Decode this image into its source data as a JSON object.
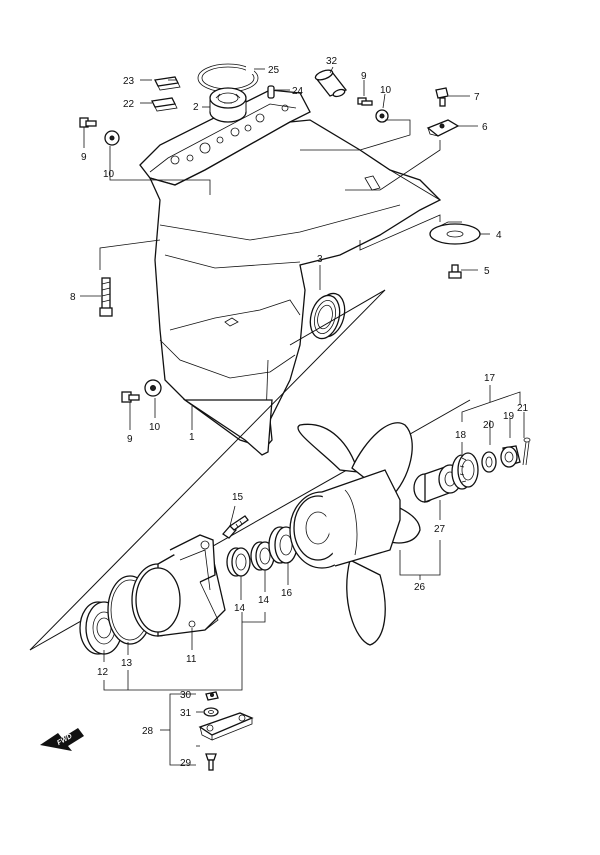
{
  "callouts": [
    {
      "id": "c1",
      "text": "1"
    },
    {
      "id": "c2",
      "text": "2"
    },
    {
      "id": "c3",
      "text": "3"
    },
    {
      "id": "c4",
      "text": "4"
    },
    {
      "id": "c5",
      "text": "5"
    },
    {
      "id": "c6",
      "text": "6"
    },
    {
      "id": "c7",
      "text": "7"
    },
    {
      "id": "c8",
      "text": "8"
    },
    {
      "id": "c9a",
      "text": "9"
    },
    {
      "id": "c9b",
      "text": "9"
    },
    {
      "id": "c9c",
      "text": "9"
    },
    {
      "id": "c10a",
      "text": "10"
    },
    {
      "id": "c10b",
      "text": "10"
    },
    {
      "id": "c10c",
      "text": "10"
    },
    {
      "id": "c11",
      "text": "11"
    },
    {
      "id": "c12",
      "text": "12"
    },
    {
      "id": "c13",
      "text": "13"
    },
    {
      "id": "c14a",
      "text": "14"
    },
    {
      "id": "c14b",
      "text": "14"
    },
    {
      "id": "c15",
      "text": "15"
    },
    {
      "id": "c16",
      "text": "16"
    },
    {
      "id": "c17",
      "text": "17"
    },
    {
      "id": "c18",
      "text": "18"
    },
    {
      "id": "c19",
      "text": "19"
    },
    {
      "id": "c20",
      "text": "20"
    },
    {
      "id": "c21",
      "text": "21"
    },
    {
      "id": "c22",
      "text": "22"
    },
    {
      "id": "c23",
      "text": "23"
    },
    {
      "id": "c24",
      "text": "24"
    },
    {
      "id": "c25",
      "text": "25"
    },
    {
      "id": "c26",
      "text": "26"
    },
    {
      "id": "c27",
      "text": "27"
    },
    {
      "id": "c28",
      "text": "28"
    },
    {
      "id": "c29",
      "text": "29"
    },
    {
      "id": "c30",
      "text": "30"
    },
    {
      "id": "c31",
      "text": "31"
    },
    {
      "id": "c32",
      "text": "32"
    }
  ],
  "fwd_label": "FWD",
  "colors": {
    "line": "#111111",
    "background": "#ffffff"
  }
}
